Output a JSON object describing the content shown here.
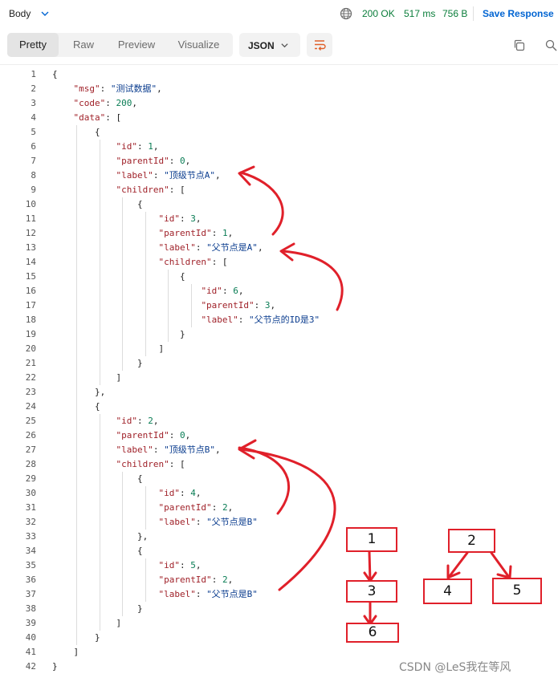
{
  "topbar": {
    "body_label": "Body",
    "status": "200 OK",
    "time": "517 ms",
    "size": "756 B",
    "save_label": "Save Response"
  },
  "toolbar": {
    "tabs": [
      {
        "label": "Pretty",
        "active": true
      },
      {
        "label": "Raw",
        "active": false
      },
      {
        "label": "Preview",
        "active": false
      },
      {
        "label": "Visualize",
        "active": false
      }
    ],
    "format": "JSON"
  },
  "editor": {
    "lines": [
      "{",
      "    \"msg\": \"测试数据\",",
      "    \"code\": 200,",
      "    \"data\": [",
      "        {",
      "            \"id\": 1,",
      "            \"parentId\": 0,",
      "            \"label\": \"顶级节点A\",",
      "            \"children\": [",
      "                {",
      "                    \"id\": 3,",
      "                    \"parentId\": 1,",
      "                    \"label\": \"父节点是A\",",
      "                    \"children\": [",
      "                        {",
      "                            \"id\": 6,",
      "                            \"parentId\": 3,",
      "                            \"label\": \"父节点的ID是3\"",
      "                        }",
      "                    ]",
      "                }",
      "            ]",
      "        },",
      "        {",
      "            \"id\": 2,",
      "            \"parentId\": 0,",
      "            \"label\": \"顶级节点B\",",
      "            \"children\": [",
      "                {",
      "                    \"id\": 4,",
      "                    \"parentId\": 2,",
      "                    \"label\": \"父节点是B\"",
      "                },",
      "                {",
      "                    \"id\": 5,",
      "                    \"parentId\": 2,",
      "                    \"label\": \"父节点是B\"",
      "                }",
      "            ]",
      "        }",
      "    ]",
      "}"
    ]
  },
  "annotation": {
    "boxes": [
      "1",
      "3",
      "6",
      "2",
      "4",
      "5"
    ],
    "watermark": "CSDN @LeS我在等风"
  },
  "colors": {
    "key": "#a0222a",
    "string": "#0b3d8f",
    "number": "#0a7d55",
    "annotation": "#e0202a",
    "link": "#0265d2",
    "status": "#0a7d3a"
  }
}
